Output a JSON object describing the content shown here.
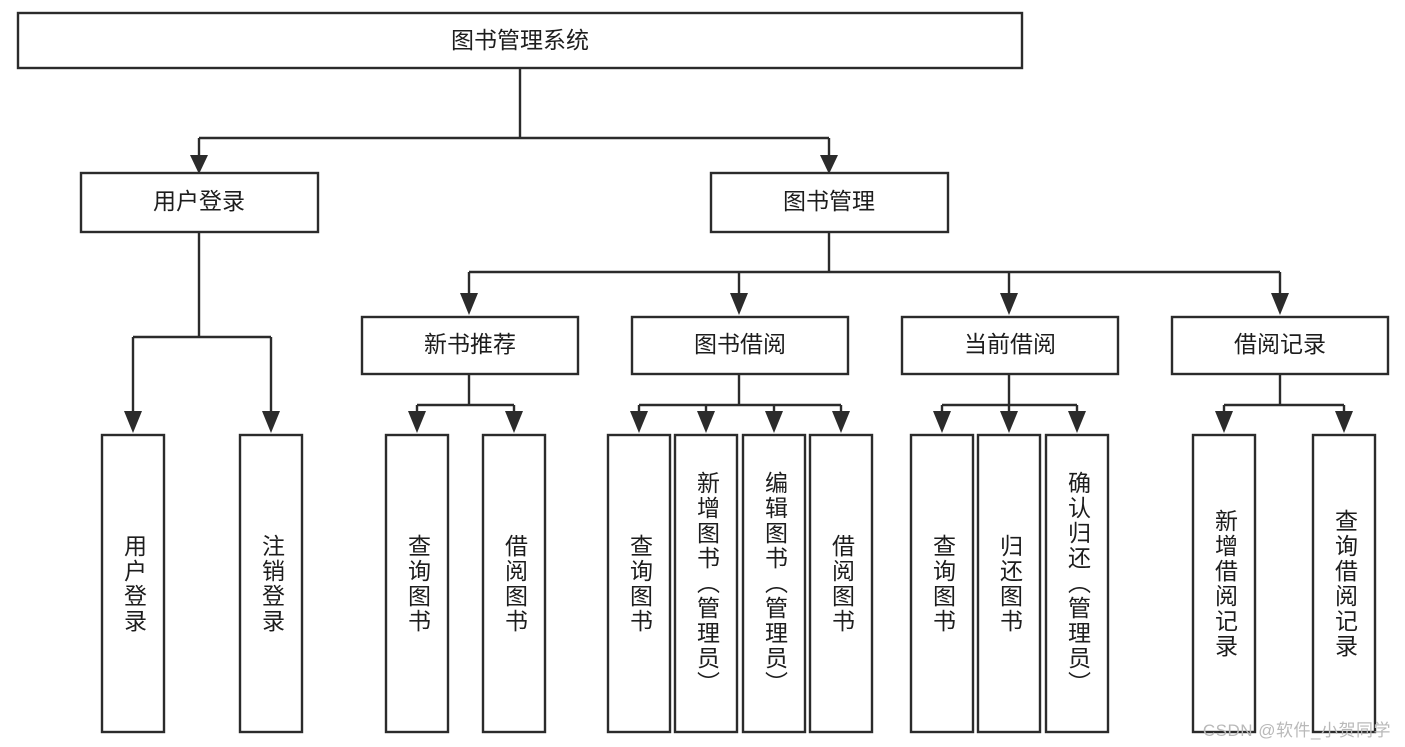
{
  "diagram": {
    "title": "图书管理系统",
    "type": "tree-hierarchy-chart",
    "root": {
      "label": "图书管理系统"
    },
    "level1": [
      {
        "label": "用户登录"
      },
      {
        "label": "图书管理"
      }
    ],
    "level2": [
      {
        "label": "新书推荐"
      },
      {
        "label": "图书借阅"
      },
      {
        "label": "当前借阅"
      },
      {
        "label": "借阅记录"
      }
    ],
    "leaves": {
      "user_login": [
        {
          "label": "用户登录"
        },
        {
          "label": "注销登录"
        }
      ],
      "new_book_recommend": [
        {
          "label": "查询图书"
        },
        {
          "label": "借阅图书"
        }
      ],
      "book_borrow": [
        {
          "label": "查询图书"
        },
        {
          "label": "新增图书（管理员）"
        },
        {
          "label": "编辑图书（管理员）"
        },
        {
          "label": "借阅图书"
        }
      ],
      "current_borrow": [
        {
          "label": "查询图书"
        },
        {
          "label": "归还图书"
        },
        {
          "label": "确认归还（管理员）"
        }
      ],
      "borrow_record": [
        {
          "label": "新增借阅记录"
        },
        {
          "label": "查询借阅记录"
        }
      ]
    }
  },
  "watermark": {
    "text": "CSDN @软件_小贺同学"
  },
  "colors": {
    "stroke": "#2b2b2b",
    "box_fill": "#ffffff",
    "text": "#1d1d1d",
    "background": "#ffffff",
    "watermark": "#b9b9b9"
  }
}
